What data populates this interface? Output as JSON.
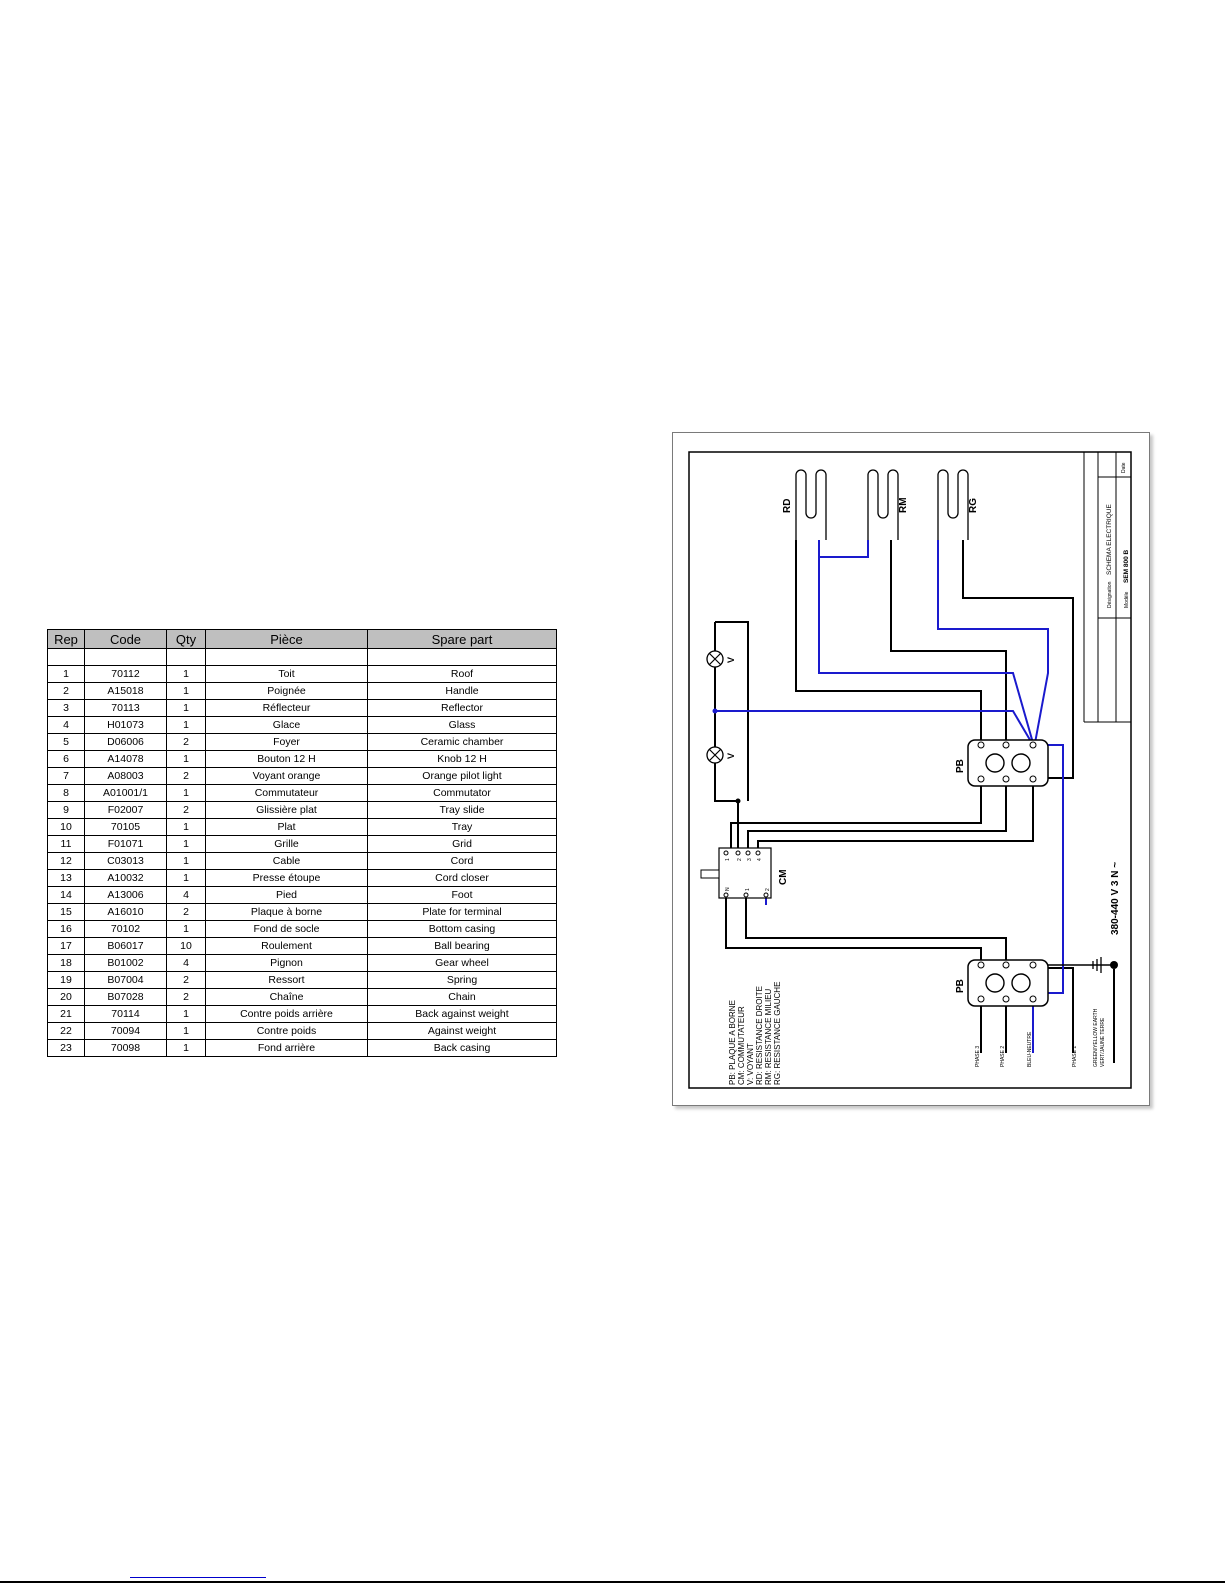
{
  "table": {
    "headers": [
      "Rep",
      "Code",
      "Qty",
      "Pièce",
      "Spare part"
    ],
    "rows": [
      [
        "1",
        "70112",
        "1",
        "Toit",
        "Roof"
      ],
      [
        "2",
        "A15018",
        "1",
        "Poignée",
        "Handle"
      ],
      [
        "3",
        "70113",
        "1",
        "Réflecteur",
        "Reflector"
      ],
      [
        "4",
        "H01073",
        "1",
        "Glace",
        "Glass"
      ],
      [
        "5",
        "D06006",
        "2",
        "Foyer",
        "Ceramic chamber"
      ],
      [
        "6",
        "A14078",
        "1",
        "Bouton 12 H",
        "Knob 12 H"
      ],
      [
        "7",
        "A08003",
        "2",
        "Voyant orange",
        "Orange pilot light"
      ],
      [
        "8",
        "A01001/1",
        "1",
        "Commutateur",
        "Commutator"
      ],
      [
        "9",
        "F02007",
        "2",
        "Glissière plat",
        "Tray slide"
      ],
      [
        "10",
        "70105",
        "1",
        "Plat",
        "Tray"
      ],
      [
        "11",
        "F01071",
        "1",
        "Grille",
        "Grid"
      ],
      [
        "12",
        "C03013",
        "1",
        "Cable",
        "Cord"
      ],
      [
        "13",
        "A10032",
        "1",
        "Presse étoupe",
        "Cord closer"
      ],
      [
        "14",
        "A13006",
        "4",
        "Pied",
        "Foot"
      ],
      [
        "15",
        "A16010",
        "2",
        "Plaque à borne",
        "Plate  for terminal"
      ],
      [
        "16",
        "70102",
        "1",
        "Fond de socle",
        "Bottom casing"
      ],
      [
        "17",
        "B06017",
        "10",
        "Roulement",
        "Ball bearing"
      ],
      [
        "18",
        "B01002",
        "4",
        "Pignon",
        "Gear wheel"
      ],
      [
        "19",
        "B07004",
        "2",
        "Ressort",
        "Spring"
      ],
      [
        "20",
        "B07028",
        "2",
        "Chaîne",
        "Chain"
      ],
      [
        "21",
        "70114",
        "1",
        "Contre poids arrière",
        "Back against weight"
      ],
      [
        "22",
        "70094",
        "1",
        "Contre poids",
        "Against weight"
      ],
      [
        "23",
        "70098",
        "1",
        "Fond arrière",
        "Back casing"
      ]
    ]
  },
  "diagram": {
    "resistors": [
      "RD",
      "RM",
      "RG"
    ],
    "pilot_light_label": "V",
    "terminal_block_label": "PB",
    "commutator_label": "CM",
    "voltage": "380-440 V 3 N ~",
    "title_block": {
      "title_caption": "Désignation",
      "title": "SCHEMA ELECTRIQUE",
      "model_caption": "Modèle",
      "model": "SEM 800 B",
      "date": "Date"
    },
    "legend": [
      "PB: PLAQUE A BORNE",
      "CM: COMMUTATEUR",
      "V: VOYANT",
      "RD: RESISTANCE DROITE",
      "RM: RESISTANCE MILIEU",
      "RG: RESISTANCE GAUCHE"
    ],
    "phase_labels": [
      "PHASE 3",
      "PHASE 2",
      "BLEU-NEUTRE",
      "PHASE 1"
    ],
    "earth_label_1": "GREEN/YELLOW EARTH",
    "earth_label_2": "VERT/JAUNE TERRE",
    "switch_terminals": [
      "1",
      "2",
      "3",
      "4",
      "N",
      "1",
      "2"
    ]
  },
  "colors": {
    "wire": "#000000",
    "neutral_wire": "#1a1acd",
    "header_bg": "#bfbfbf"
  }
}
